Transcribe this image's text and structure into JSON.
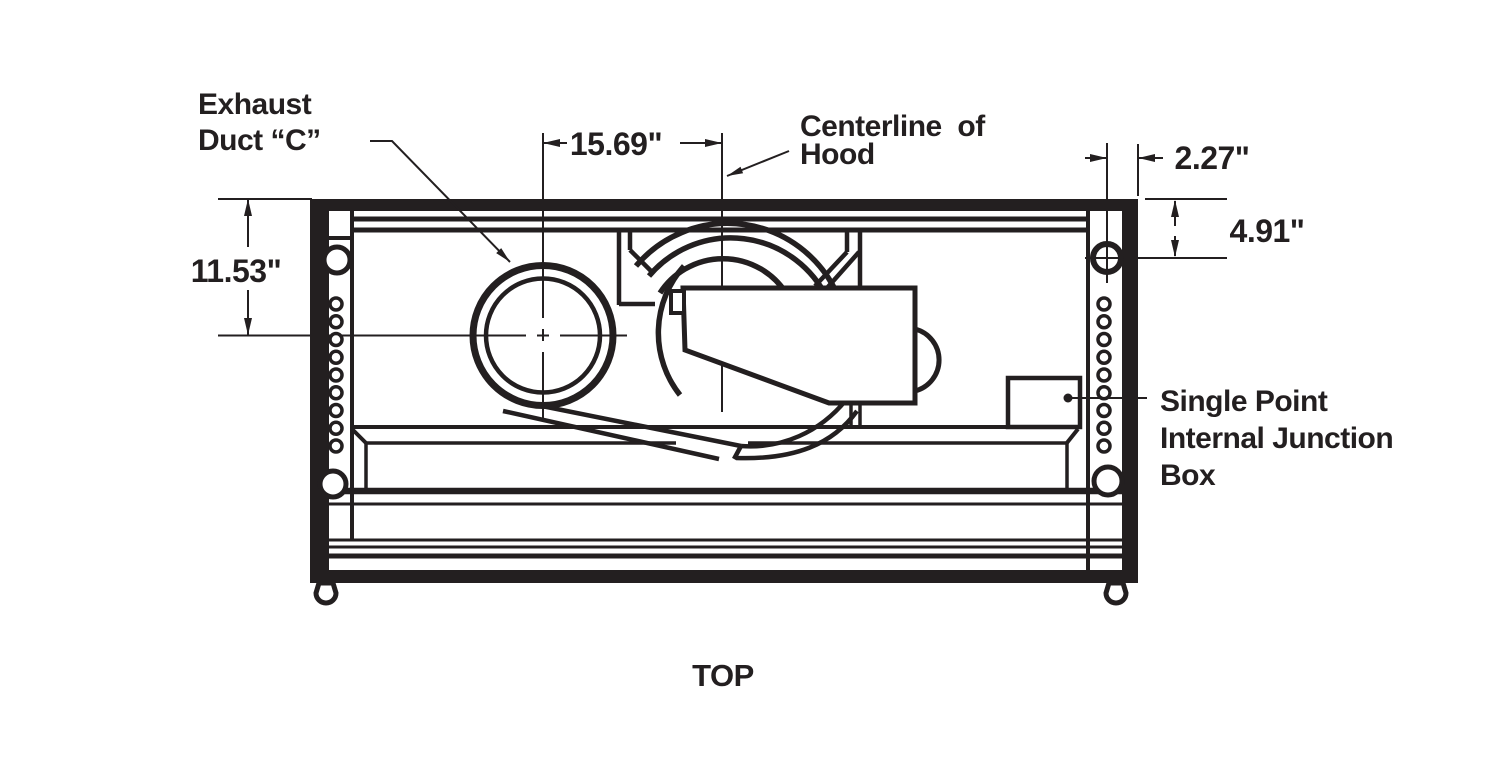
{
  "drawing": {
    "view_label": "TOP",
    "labels": {
      "exhaust_duct": [
        "Exhaust",
        "Duct “C”"
      ],
      "centerline_of_hood": [
        "Centerline  of",
        "Hood"
      ],
      "junction_box": [
        "Single Point",
        "Internal Junction",
        "Box"
      ]
    },
    "dimensions": {
      "duct_center_from_top": "11.53\"",
      "duct_to_hood_centerline": "15.69\"",
      "hole_to_right_edge": "2.27\"",
      "hole_below_top": "4.91\""
    },
    "colors": {
      "ink": "#231f20",
      "paper": "#ffffff"
    }
  }
}
